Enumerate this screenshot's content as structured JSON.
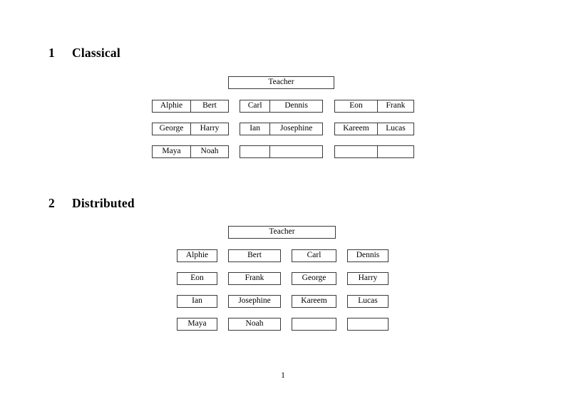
{
  "document": {
    "page_number": "1"
  },
  "sections": [
    {
      "number": "1",
      "title": "Classical",
      "root": {
        "label": "Teacher"
      },
      "groups": [
        {
          "rows": [
            {
              "cells": [
                {
                  "label": "Alphie"
                },
                {
                  "label": "Bert"
                }
              ]
            },
            {
              "cells": [
                {
                  "label": "George"
                },
                {
                  "label": "Harry"
                }
              ]
            },
            {
              "cells": [
                {
                  "label": "Maya"
                },
                {
                  "label": "Noah"
                }
              ]
            }
          ]
        },
        {
          "rows": [
            {
              "cells": [
                {
                  "label": "Carl"
                },
                {
                  "label": "Dennis"
                }
              ]
            },
            {
              "cells": [
                {
                  "label": "Ian"
                },
                {
                  "label": "Josephine"
                }
              ]
            },
            {
              "cells": [
                {
                  "label": ""
                },
                {
                  "label": ""
                }
              ]
            }
          ]
        },
        {
          "rows": [
            {
              "cells": [
                {
                  "label": "Eon"
                },
                {
                  "label": "Frank"
                }
              ]
            },
            {
              "cells": [
                {
                  "label": "Kareem"
                },
                {
                  "label": "Lucas"
                }
              ]
            },
            {
              "cells": [
                {
                  "label": ""
                },
                {
                  "label": ""
                }
              ]
            }
          ]
        }
      ]
    },
    {
      "number": "2",
      "title": "Distributed",
      "root": {
        "label": "Teacher"
      },
      "rows": [
        {
          "boxes": [
            {
              "label": "Alphie"
            },
            {
              "label": "Bert"
            },
            {
              "label": "Carl"
            },
            {
              "label": "Dennis"
            }
          ]
        },
        {
          "boxes": [
            {
              "label": "Eon"
            },
            {
              "label": "Frank"
            },
            {
              "label": "George"
            },
            {
              "label": "Harry"
            }
          ]
        },
        {
          "boxes": [
            {
              "label": "Ian"
            },
            {
              "label": "Josephine"
            },
            {
              "label": "Kareem"
            },
            {
              "label": "Lucas"
            }
          ]
        },
        {
          "boxes": [
            {
              "label": "Maya"
            },
            {
              "label": "Noah"
            },
            {
              "label": ""
            },
            {
              "label": ""
            }
          ]
        }
      ]
    }
  ],
  "colors": {
    "page_background": "#ffffff",
    "text": "#000000",
    "box_border": "#3a3a3a"
  }
}
